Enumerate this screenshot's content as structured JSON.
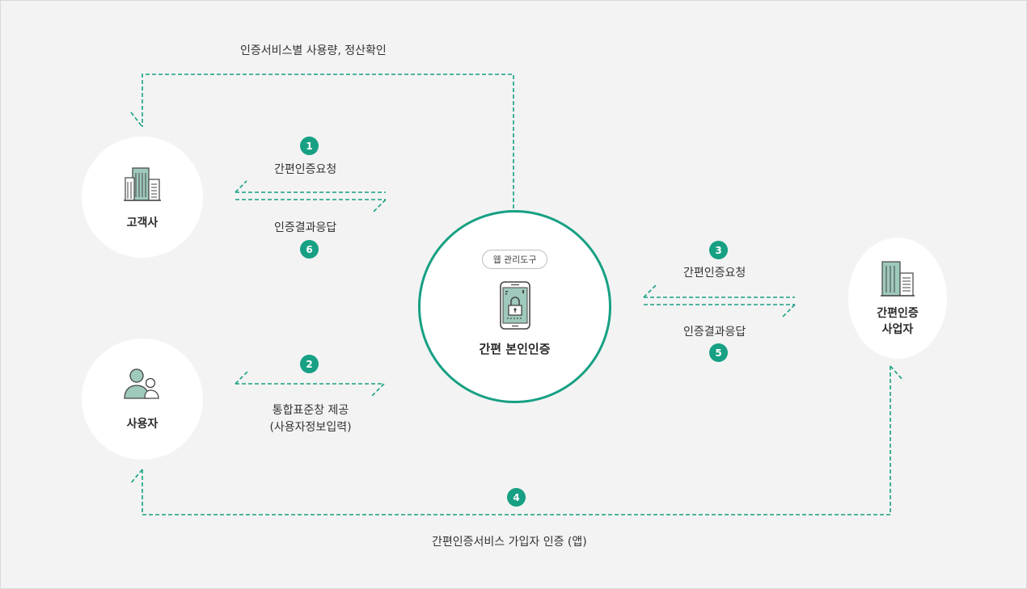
{
  "top_flow_label": "인증서비스별 사용량, 정산확인",
  "bottom_flow_label": "간편인증서비스 가입자 인증 (앱)",
  "nodes": {
    "client": "고객사",
    "user": "사용자",
    "provider_line1": "간편인증",
    "provider_line2": "사업자",
    "center_badge": "웹 관리도구",
    "center_title": "간편 본인인증"
  },
  "steps": {
    "s1": {
      "number": "1",
      "label": "간편인증요청"
    },
    "s6": {
      "number": "6",
      "label": "인증결과응답"
    },
    "s2": {
      "number": "2",
      "label_line1": "통합표준창 제공",
      "label_line2": "(사용자정보입력)"
    },
    "s3": {
      "number": "3",
      "label": "간편인증요청"
    },
    "s5": {
      "number": "5",
      "label": "인증결과응답"
    },
    "s4": {
      "number": "4"
    }
  },
  "colors": {
    "accent": "#17a083",
    "node_bg": "#ffffff",
    "page_bg": "#f3f3f3",
    "icon_fill": "#9ec9bc",
    "icon_stroke": "#444444"
  },
  "icons": [
    "building-icon",
    "users-icon",
    "building-office-icon",
    "smartphone-lock-icon"
  ]
}
